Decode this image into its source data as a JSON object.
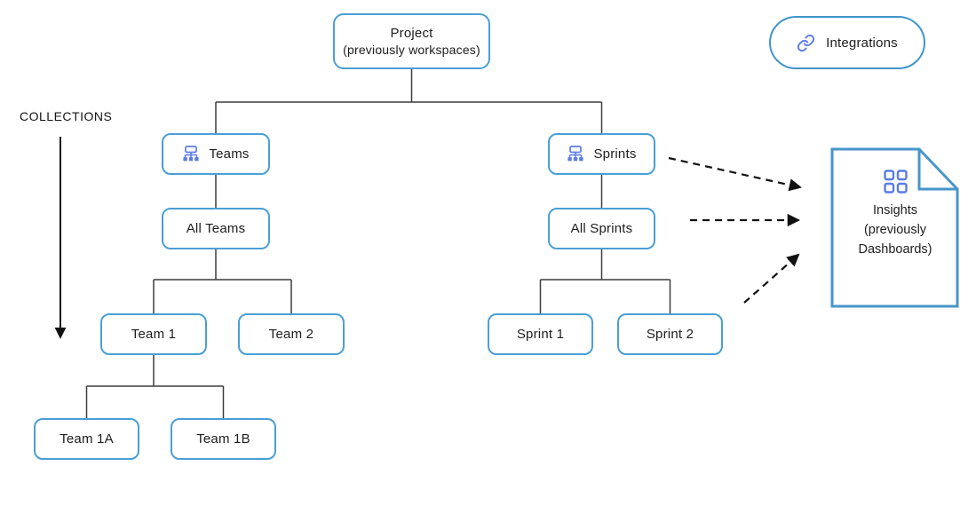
{
  "diagram": {
    "collections": {
      "label": "COLLECTIONS"
    },
    "nodes": {
      "project": {
        "title": "Project",
        "subtitle": "(previously workspaces)"
      },
      "teams": {
        "label": "Teams",
        "icon": "org-chart-icon"
      },
      "all_teams": {
        "label": "All Teams"
      },
      "team1": {
        "label": "Team 1"
      },
      "team2": {
        "label": "Team 2"
      },
      "team1a": {
        "label": "Team 1A"
      },
      "team1b": {
        "label": "Team 1B"
      },
      "sprints": {
        "label": "Sprints",
        "icon": "org-chart-icon"
      },
      "all_sprints": {
        "label": "All Sprints"
      },
      "sprint1": {
        "label": "Sprint 1"
      },
      "sprint2": {
        "label": "Sprint 2"
      }
    },
    "integrations": {
      "label": "Integrations",
      "icon": "link-icon"
    },
    "insights": {
      "line1": "Insights",
      "line2": "(previously",
      "line3": "Dashboards)",
      "icon": "grid-icon"
    },
    "colors": {
      "box_border": "#4a9fd5",
      "doc_border": "#4796c9",
      "icon_blue": "#5b7ce6",
      "tree_line": "#3d3d3d",
      "arrow": "#111111",
      "text": "#1d1d1d"
    }
  }
}
